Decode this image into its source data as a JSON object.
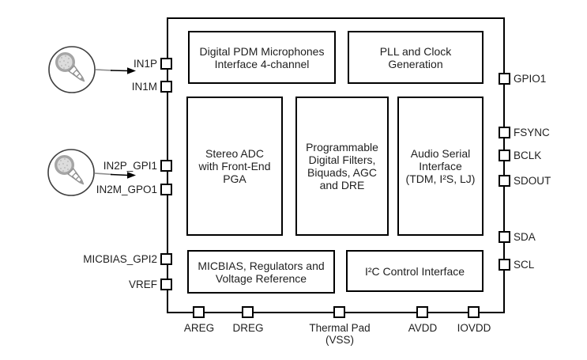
{
  "figure": {
    "background": "#ffffff",
    "line_color": "#000000",
    "text_color": "#1f1f1f",
    "mic_gray": "#9a9a9a"
  },
  "chip": {
    "blocks": [
      {
        "id": "pdm-mic-interface",
        "label": "Digital PDM Microphones\nInterface 4-channel"
      },
      {
        "id": "pll-clock-generation",
        "label": "PLL and Clock\nGeneration"
      },
      {
        "id": "stereo-adc",
        "label": "Stereo ADC\nwith Front-End\nPGA"
      },
      {
        "id": "programmable-filters",
        "label": "Programmable\nDigital Filters,\nBiquads, AGC\nand DRE"
      },
      {
        "id": "audio-serial-interface",
        "label": "Audio Serial\nInterface\n(TDM, I²S, LJ)"
      },
      {
        "id": "micbias-regulators",
        "label": "MICBIAS, Regulators and\nVoltage Reference"
      },
      {
        "id": "i2c-control-interface",
        "label": "I²C Control Interface"
      }
    ],
    "pins_left": [
      {
        "label": "IN1P"
      },
      {
        "label": "IN1M"
      },
      {
        "label": "IN2P_GPI1"
      },
      {
        "label": "IN2M_GPO1"
      },
      {
        "label": "MICBIAS_GPI2"
      },
      {
        "label": "VREF"
      }
    ],
    "pins_right": [
      {
        "label": "GPIO1"
      },
      {
        "label": "FSYNC"
      },
      {
        "label": "BCLK"
      },
      {
        "label": "SDOUT"
      },
      {
        "label": "SDA"
      },
      {
        "label": "SCL"
      }
    ],
    "pins_bottom": [
      {
        "label": "AREG"
      },
      {
        "label": "DREG"
      },
      {
        "label": "Thermal Pad\n(VSS)"
      },
      {
        "label": "AVDD"
      },
      {
        "label": "IOVDD"
      }
    ]
  },
  "external": {
    "icons": [
      {
        "name": "microphone-icon"
      },
      {
        "name": "microphone-icon"
      }
    ]
  }
}
